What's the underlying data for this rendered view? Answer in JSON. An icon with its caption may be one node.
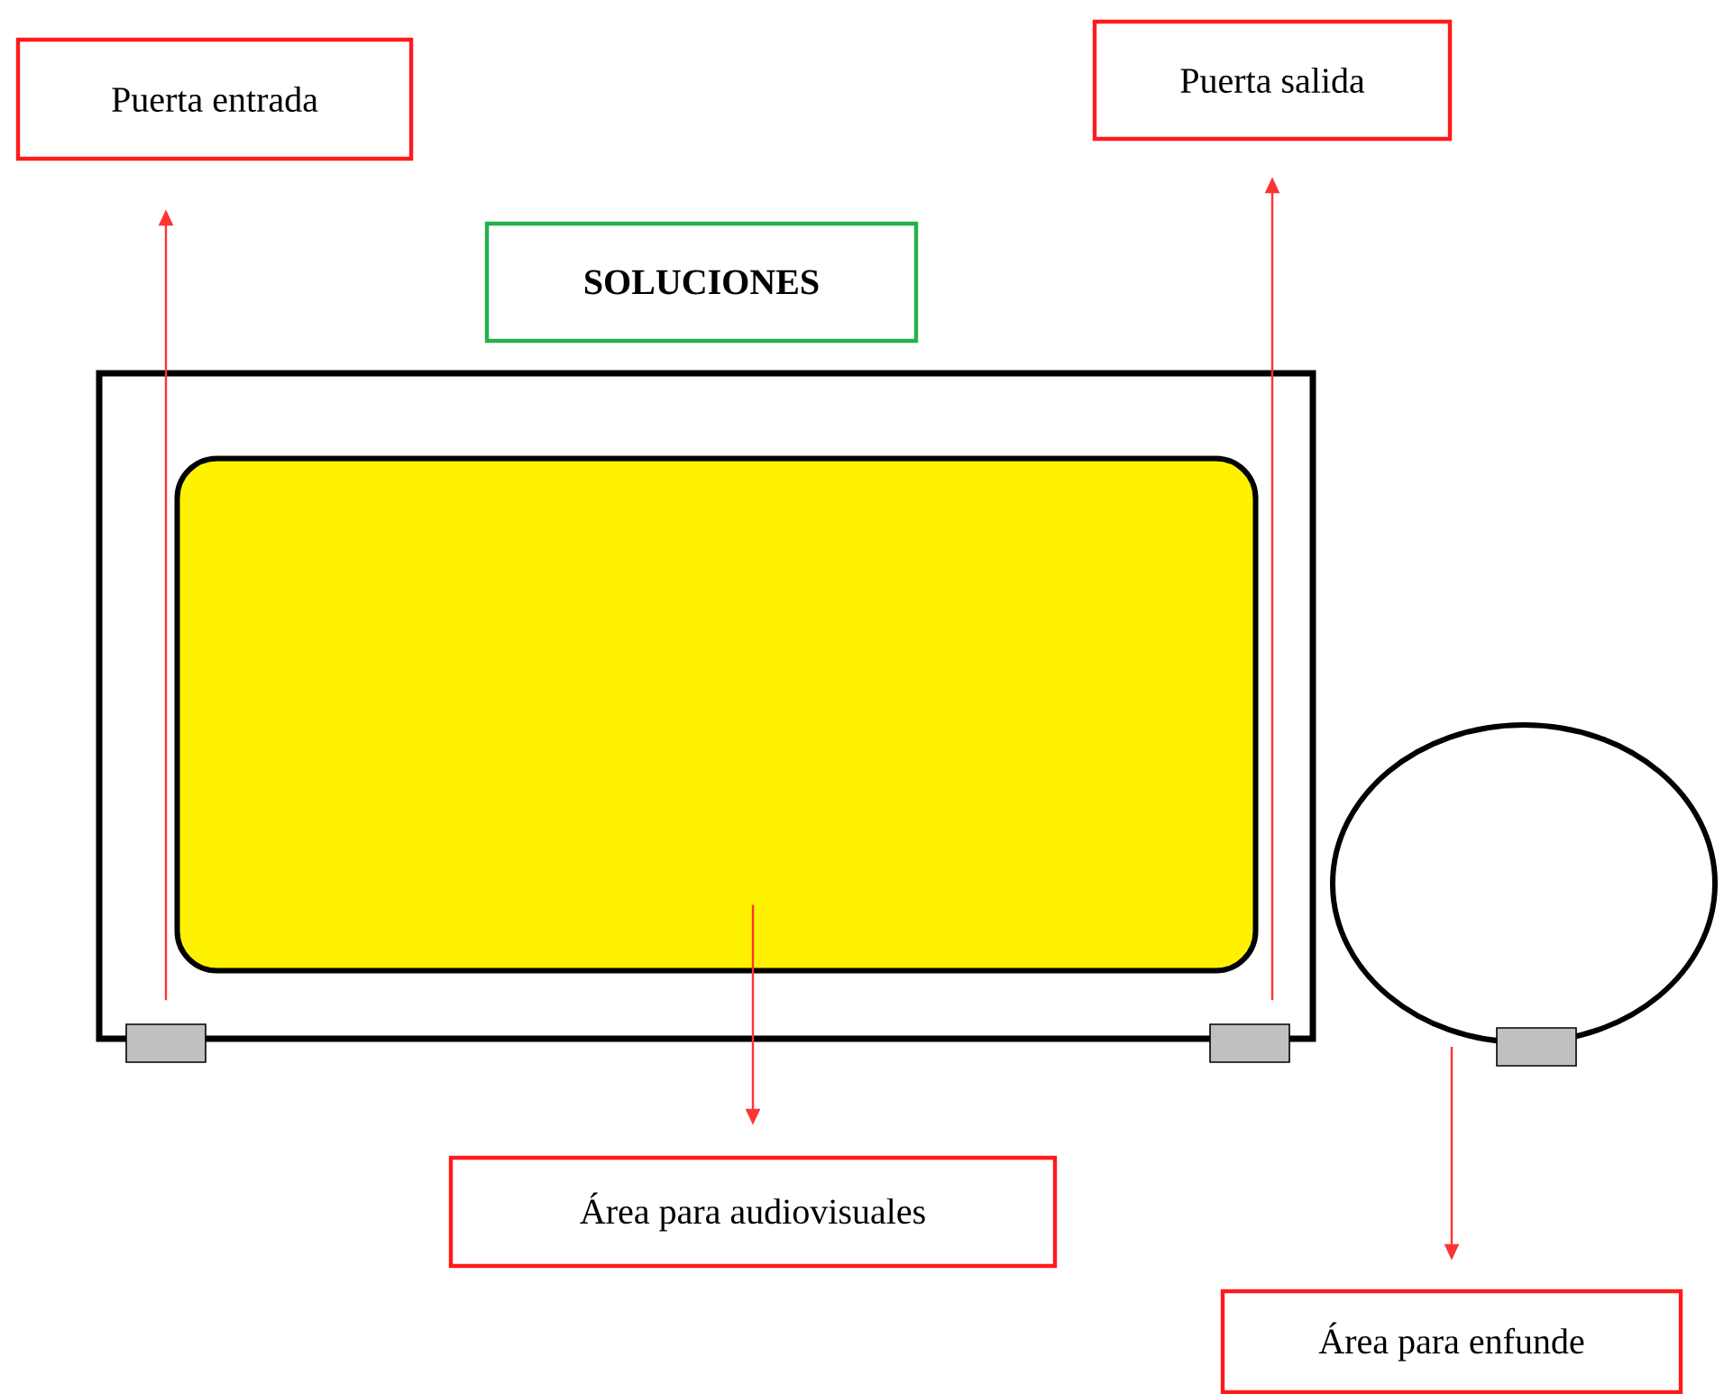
{
  "diagram": {
    "nodes": [
      {
        "text": [
          "Puerta entrada"
        ]
      },
      {
        "text": [
          "Puerta salida"
        ]
      },
      {
        "text": [
          "SOLUCIONES"
        ]
      },
      {
        "text": [],
        "shape": "box"
      },
      {
        "text": [],
        "shape": "box",
        "in": 3
      },
      {
        "text": [],
        "shape": "circle"
      },
      {
        "text": [],
        "shape": "bar"
      },
      {
        "text": [],
        "shape": "bar"
      },
      {
        "text": [],
        "shape": "bar"
      },
      {
        "text": [
          "Área para audiovisuales"
        ]
      },
      {
        "text": [
          "Área para enfunde"
        ]
      }
    ],
    "edges": [
      {
        "from": 6,
        "to": 0,
        "arrow": "to"
      },
      {
        "from": 7,
        "to": 1,
        "arrow": "to"
      },
      {
        "from": 4,
        "to": 9,
        "arrow": "to"
      },
      {
        "from": 5,
        "to": 10,
        "arrow": "to"
      }
    ]
  }
}
